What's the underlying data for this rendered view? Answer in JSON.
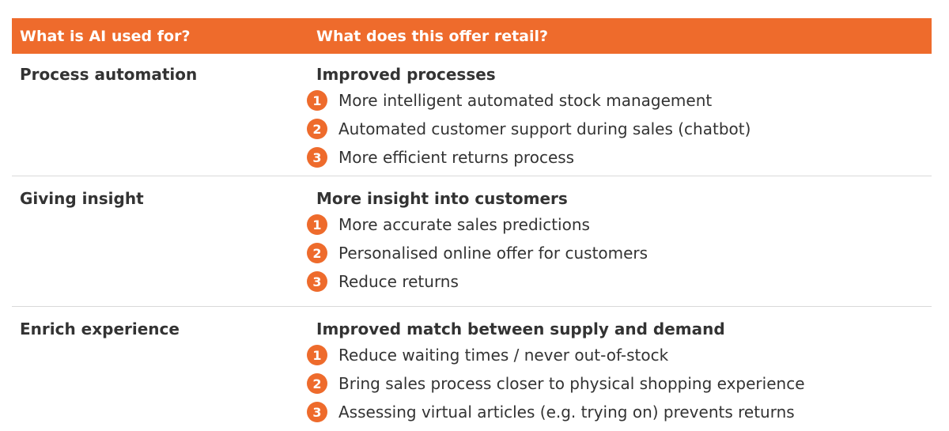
{
  "colors": {
    "accent": "#ee6b2c",
    "text": "#333333",
    "divider": "#d9d9d9"
  },
  "header": {
    "col1": "What is AI used for?",
    "col2": "What does this offer retail?"
  },
  "rows": [
    {
      "use": "Process automation",
      "benefit": "Improved processes",
      "items": [
        {
          "num": "1",
          "text": "More intelligent automated stock management"
        },
        {
          "num": "2",
          "text": "Automated customer support during sales (chatbot)"
        },
        {
          "num": "3",
          "text": "More efficient returns process"
        }
      ]
    },
    {
      "use": "Giving insight",
      "benefit": "More insight into customers",
      "items": [
        {
          "num": "1",
          "text": "More accurate sales predictions"
        },
        {
          "num": "2",
          "text": "Personalised online offer for customers"
        },
        {
          "num": "3",
          "text": "Reduce returns"
        }
      ]
    },
    {
      "use": "Enrich experience",
      "benefit": "Improved match between supply and demand",
      "items": [
        {
          "num": "1",
          "text": "Reduce waiting times / never out-of-stock"
        },
        {
          "num": "2",
          "text": "Bring sales process closer to physical shopping experience"
        },
        {
          "num": "3",
          "text": "Assessing virtual articles (e.g. trying on) prevents returns"
        }
      ]
    }
  ]
}
